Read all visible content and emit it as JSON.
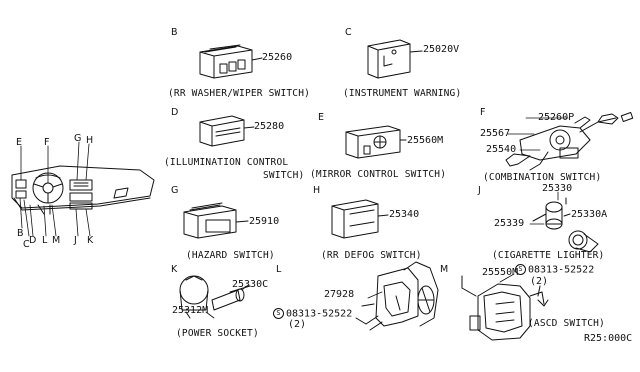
{
  "section_letters": {
    "b": "B",
    "c": "C",
    "d": "D",
    "e": "E",
    "f": "F",
    "g": "G",
    "h": "H",
    "j": "J",
    "k": "K",
    "l": "L",
    "m": "M"
  },
  "dash_letters": {
    "e": "E",
    "f": "F",
    "g": "G",
    "h": "H",
    "b": "B",
    "c": "C",
    "d": "D",
    "l": "L",
    "m": "M",
    "j": "J",
    "k": "K"
  },
  "part_numbers": {
    "rr_washer": "25260",
    "instrument_warning": "25020V",
    "illumination": "25280",
    "mirror_control": "25560M",
    "combination_top": "25260P",
    "combination_left": "25567",
    "combination_mid": "25540",
    "hazard": "25910",
    "rr_defog": "25340",
    "lighter_top": "25330",
    "lighter_left": "25339",
    "lighter_right": "25330A",
    "power_socket_cap": "25312M",
    "power_socket": "25330C",
    "screw_l": "08313-52522",
    "screw_l_qty": "(2)",
    "bracket_l": "27928",
    "ascd": "25550M",
    "screw_m": "08313-52522",
    "screw_m_qty": "(2)"
  },
  "screw_symbol": "S",
  "captions": {
    "rr_washer": "(RR WASHER/WIPER SWITCH)",
    "instrument_warning": "(INSTRUMENT WARNING)",
    "illumination_line1": "(ILLUMINATION CONTROL",
    "illumination_line2": "SWITCH)",
    "mirror_control": "(MIRROR CONTROL SWITCH)",
    "combination": "(COMBINATION SWITCH)",
    "hazard": "(HAZARD SWITCH)",
    "rr_defog": "(RR DEFOG SWITCH)",
    "lighter": "(CIGARETTE LIGHTER)",
    "power_socket": "(POWER SOCKET)",
    "ascd": "(ASCD SWITCH)"
  },
  "ref_code": "R25:000C"
}
